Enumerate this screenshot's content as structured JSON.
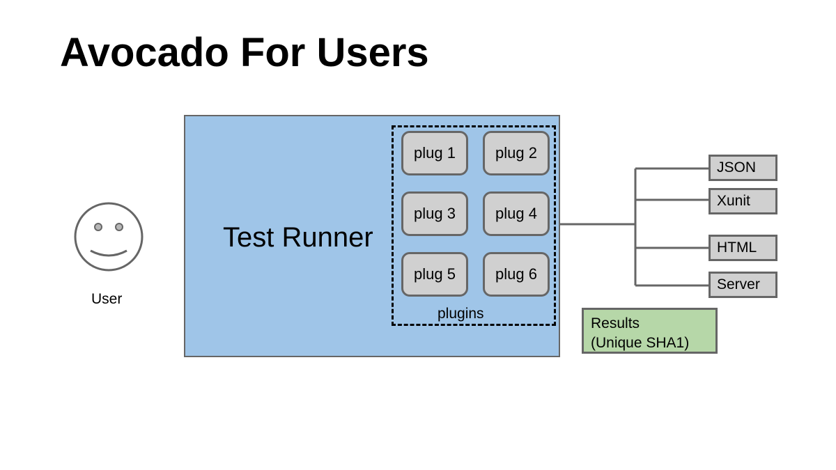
{
  "slide": {
    "title": "Avocado For Users"
  },
  "user": {
    "label": "User",
    "icon": "smiley-face-icon"
  },
  "test_runner": {
    "label": "Test Runner",
    "fill_color": "#9fc5e8",
    "plugins": {
      "label": "plugins",
      "items": [
        "plug 1",
        "plug 2",
        "plug 3",
        "plug 4",
        "plug 5",
        "plug 6"
      ]
    }
  },
  "outputs": {
    "items": [
      "JSON",
      "Xunit",
      "HTML",
      "Server"
    ]
  },
  "results": {
    "line1": "Results",
    "line2": "(Unique SHA1)",
    "fill_color": "#b6d7a8"
  }
}
